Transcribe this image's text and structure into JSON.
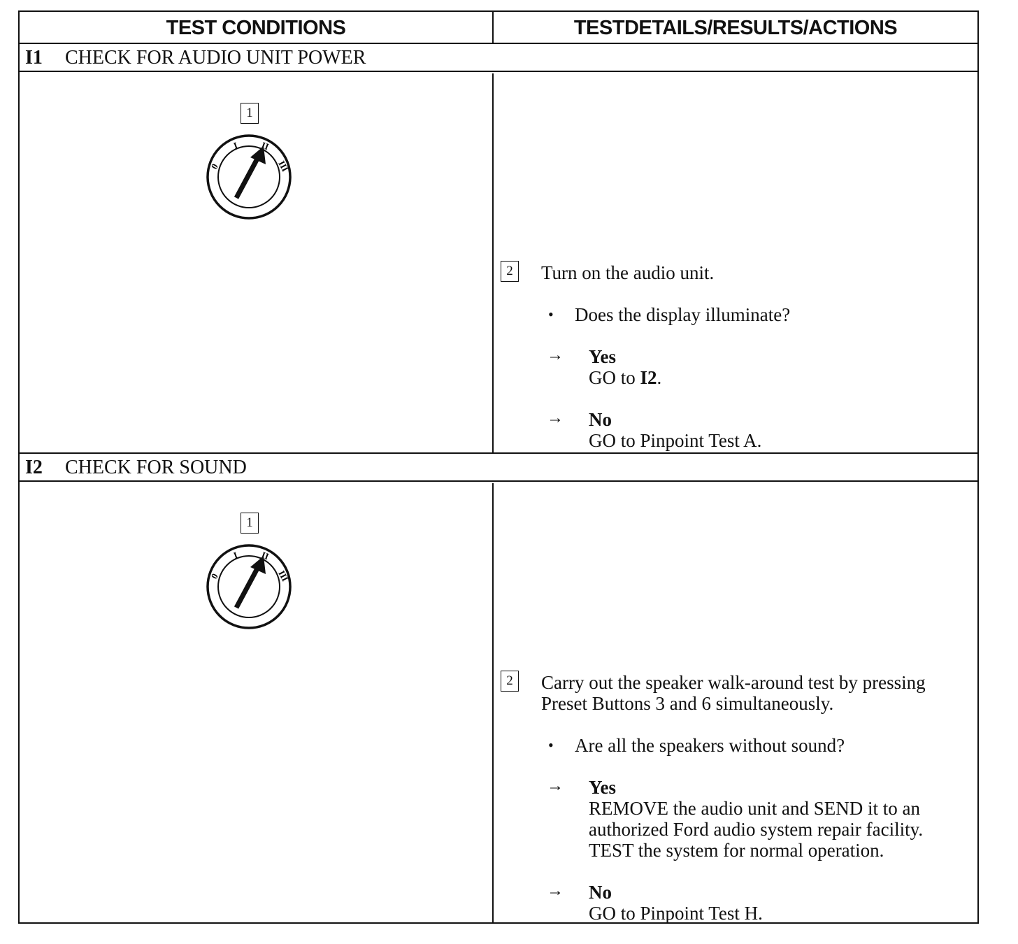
{
  "header": {
    "left": "TEST CONDITIONS",
    "right": "TESTDETAILS/RESULTS/ACTIONS"
  },
  "steps": [
    {
      "id": "I1",
      "title": "CHECK FOR AUDIO UNIT POWER",
      "box1": "1",
      "switch_labels": [
        "0",
        "I",
        "II",
        "III"
      ],
      "box2": "2",
      "instruction": "Turn on the audio unit.",
      "question": "Does the display illuminate?",
      "yes": {
        "label": "Yes",
        "action_prefix": "GO to ",
        "action_ref": "I2",
        "action_suffix": "."
      },
      "no": {
        "label": "No",
        "action": "GO to Pinpoint Test A."
      }
    },
    {
      "id": "I2",
      "title": "CHECK FOR SOUND",
      "box1": "1",
      "switch_labels": [
        "0",
        "I",
        "II",
        "III"
      ],
      "box2": "2",
      "instruction_lines": [
        "Carry out the speaker walk-around test by pressing",
        "Preset Buttons 3 and 6 simultaneously."
      ],
      "question": "Are all the speakers without sound?",
      "yes": {
        "label": "Yes",
        "action_lines": [
          "REMOVE the audio unit and SEND it to an",
          "authorized Ford audio system repair facility.",
          "TEST the system for normal operation."
        ]
      },
      "no": {
        "label": "No",
        "action": "GO to Pinpoint Test H."
      }
    }
  ],
  "symbols": {
    "bullet": "•",
    "arrow": "→"
  }
}
